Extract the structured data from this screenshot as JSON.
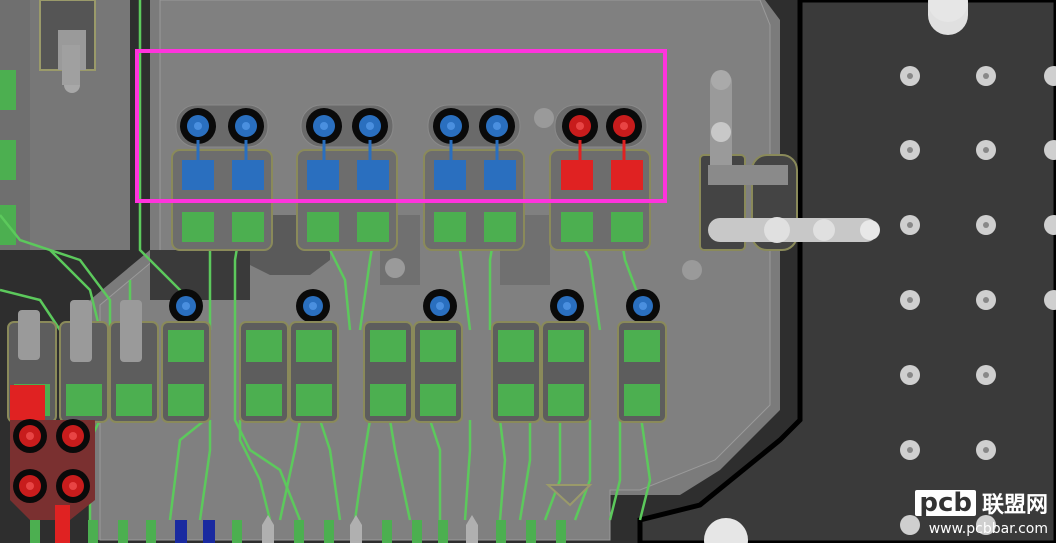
{
  "watermark": {
    "logo": "pcb",
    "brand": "联盟网",
    "url": "www.pcbbar.com"
  },
  "colors": {
    "background": "#2a2a2a",
    "copper_pour": "#7c7c7c",
    "pad_green": "#4caf50",
    "pad_blue": "#2a6fbf",
    "pad_red": "#e02222",
    "trace_green": "#5cc95c",
    "highlight_box": "#ff33dd"
  },
  "icons": [
    "via-icon",
    "pad-icon",
    "trace-icon"
  ]
}
